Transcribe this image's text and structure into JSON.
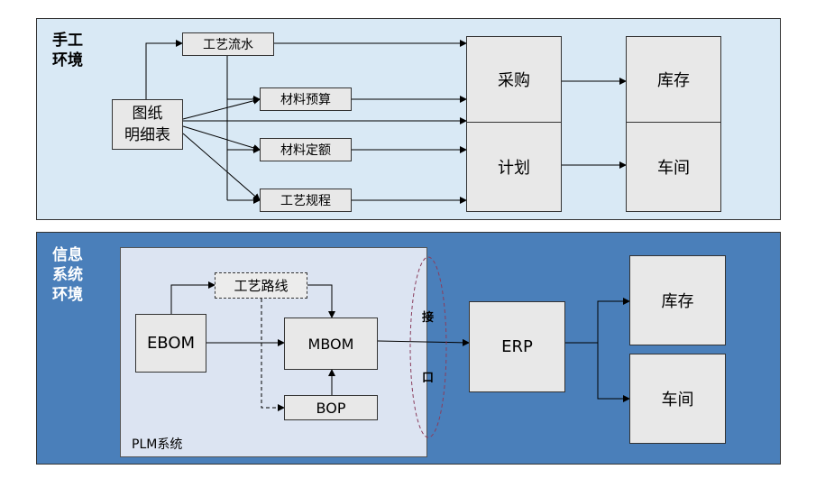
{
  "manual_env": {
    "label_line1": "手工",
    "label_line2": "环境",
    "drawing_list_line1": "图纸",
    "drawing_list_line2": "明细表",
    "process_flow": "工艺流水",
    "material_budget": "材料预算",
    "material_quota": "材料定额",
    "process_spec": "工艺规程",
    "purchase": "采购",
    "plan": "计划",
    "inventory": "库存",
    "workshop": "车间"
  },
  "info_env": {
    "label_line1": "信息",
    "label_line2": "系统",
    "label_line3": "环境",
    "plm_label": "PLM系统",
    "ebom": "EBOM",
    "process_route": "工艺路线",
    "mbom": "MBOM",
    "bop": "BOP",
    "interface_char1": "接",
    "interface_char2": "口",
    "erp": "ERP",
    "inventory": "库存",
    "workshop": "车间"
  },
  "colors": {
    "manual_bg": "#d9e9f5",
    "info_bg": "#4a7fba",
    "plm_bg": "#dce4f2",
    "box_fill": "#e8e8e8",
    "interface_ellipse": "#8a3d5c"
  }
}
